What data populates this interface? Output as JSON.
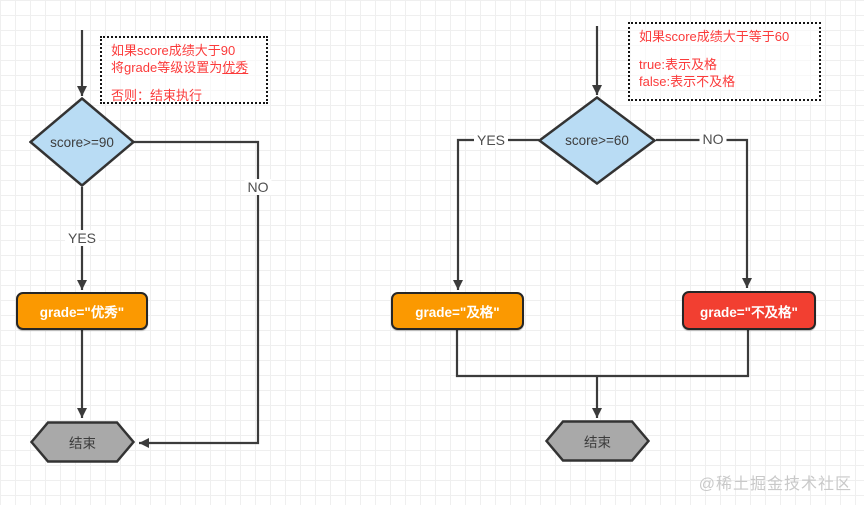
{
  "colors": {
    "blue_fill": "#b9dcf4",
    "orange": "#fb9901",
    "red": "#f23f31",
    "gray": "#a9a9a9",
    "stroke": "#333333",
    "line": "#3b3b3b",
    "note_text": "#fb3b3b",
    "watermark": "#c9c9c9"
  },
  "left_flow": {
    "note": {
      "line1": "如果score成绩大于90",
      "line2_prefix": "将grade等级设置为",
      "line2_underlined": "优秀",
      "line3": "否则：结束执行"
    },
    "decision_label": "score>=90",
    "yes_label": "YES",
    "no_label": "NO",
    "action_label": "grade=\"优秀\"",
    "end_label": "结束"
  },
  "right_flow": {
    "note": {
      "line1": "如果score成绩大于等于60",
      "line2": "true:表示及格",
      "line3": "false:表示不及格"
    },
    "decision_label": "score>=60",
    "yes_label": "YES",
    "no_label": "NO",
    "action_pass_label": "grade=\"及格\"",
    "action_fail_label": "grade=\"不及格\"",
    "end_label": "结束"
  },
  "watermark_text": "@稀土掘金技术社区"
}
